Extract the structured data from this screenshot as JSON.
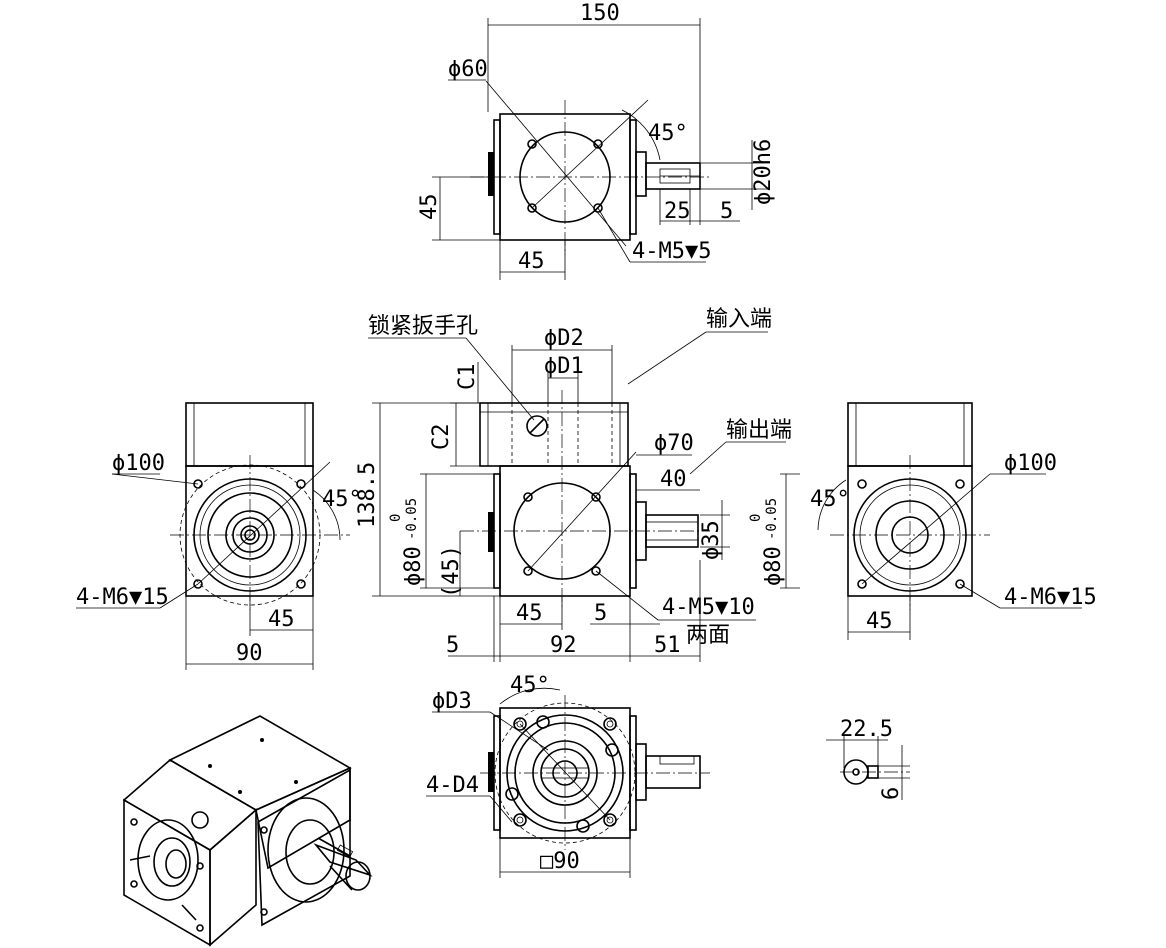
{
  "top_view": {
    "width_150": "150",
    "dia_60": "ϕ60",
    "angle_45": "45°",
    "shaft_dia": "ϕ20h6",
    "dim_45_v": "45",
    "dim_45_h": "45",
    "dim_25": "25",
    "dim_5": "5",
    "holes": "4-M5▼5"
  },
  "front_view": {
    "wrench_hole": "锁紧扳手孔",
    "input_end": "输入端",
    "output_end": "输出端",
    "d2": "ϕD2",
    "d1": "ϕD1",
    "c1": "C1",
    "c2": "C2",
    "dia_70": "ϕ70",
    "height": "138.5",
    "pilot_dia": "ϕ80",
    "tol_upper": "0",
    "tol_lower": "-0.05",
    "dim_45_paren": "(45)",
    "dim_40": "40",
    "shaft_35": "ϕ35",
    "dim_45": "45",
    "dim_5a": "5",
    "dim_5b": "5",
    "dim_92": "92",
    "dim_51": "51",
    "holes": "4-M5▼10",
    "both_faces": "两面"
  },
  "left_view": {
    "dia_100": "ϕ100",
    "angle_45": "45°",
    "holes": "4-M6▼15",
    "dim_45": "45",
    "dim_90": "90"
  },
  "right_view": {
    "dia_100": "ϕ100",
    "angle_45": "45°",
    "pilot_dia": "ϕ80",
    "tol_upper": "0",
    "tol_lower": "-0.05",
    "holes": "4-M6▼15",
    "dim_45": "45"
  },
  "bottom_view": {
    "d3": "ϕD3",
    "angle_45": "45°",
    "d4": "4-D4",
    "square_90": "□90"
  },
  "key_detail": {
    "dim_22_5": "22.5",
    "dim_6": "6"
  }
}
